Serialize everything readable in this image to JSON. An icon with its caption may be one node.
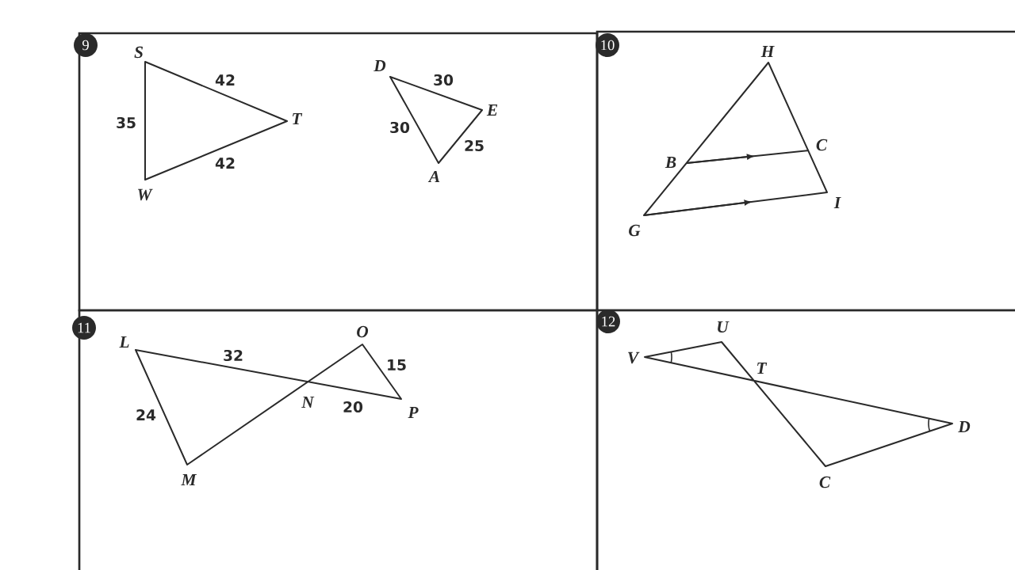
{
  "diagram": {
    "nodes": [
      {
        "text": [
          "9"
        ]
      },
      {
        "text": [
          "10"
        ]
      },
      {
        "text": [
          "11"
        ]
      },
      {
        "text": [
          "12"
        ]
      }
    ],
    "labels": [
      "S",
      "42",
      "35",
      "T",
      "42",
      "W",
      "D",
      "30",
      "E",
      "30",
      "25",
      "A",
      "H",
      "C",
      "B",
      "I",
      "G",
      "L",
      "O",
      "32",
      "15",
      "N",
      "20",
      "P",
      "24",
      "M",
      "U",
      "V",
      "T",
      "D",
      "C"
    ]
  }
}
